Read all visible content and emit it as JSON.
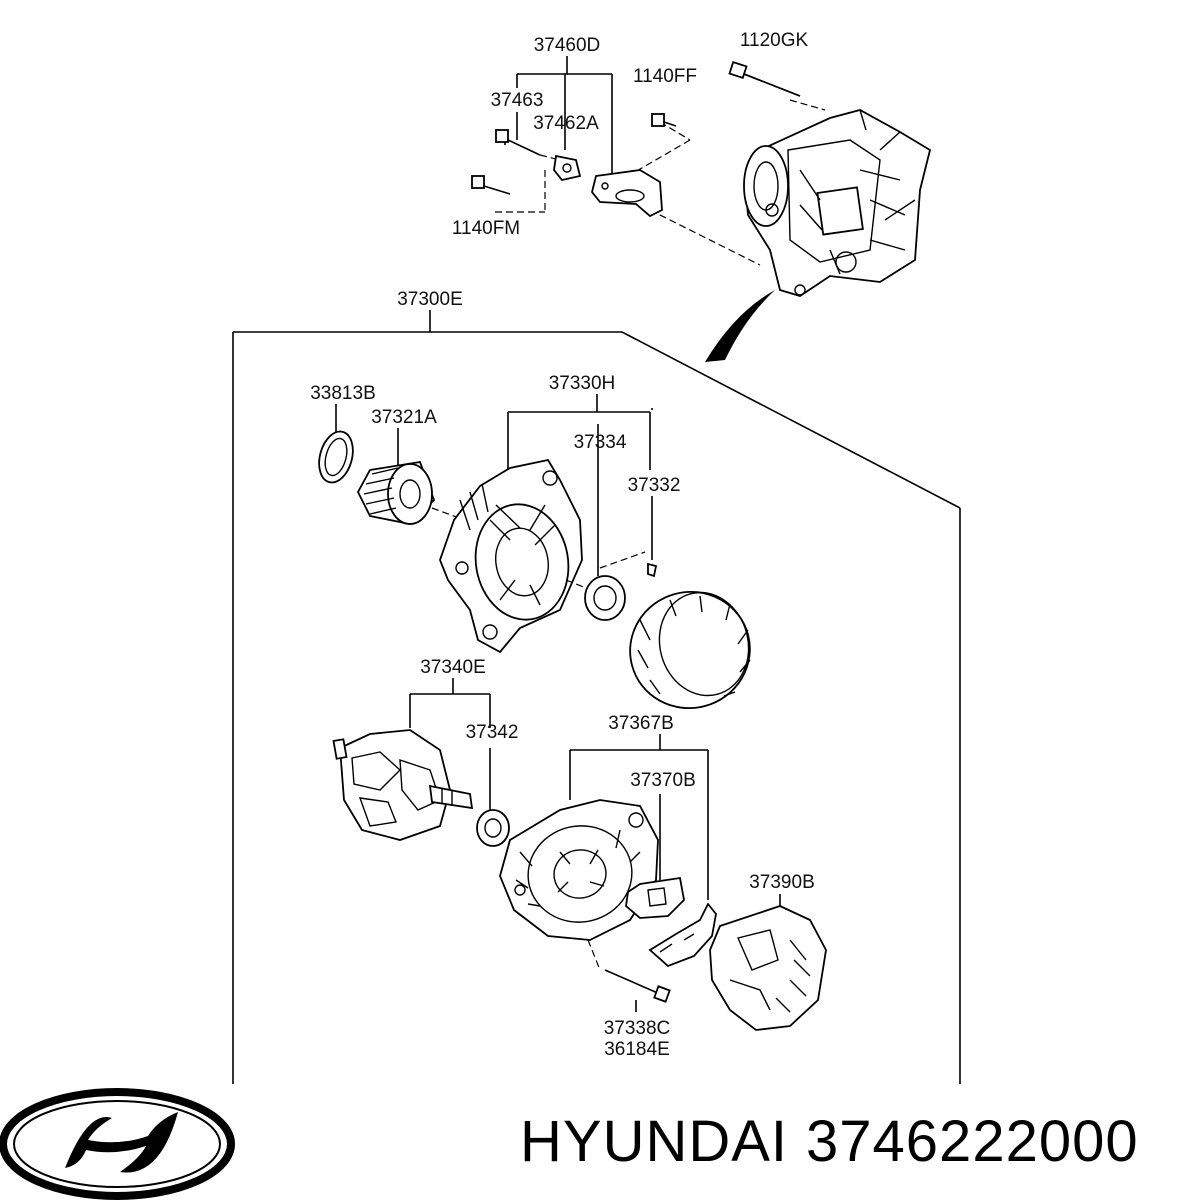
{
  "callouts": {
    "p37460D": "37460D",
    "p1120GK": "1120GK",
    "p1140FF": "1140FF",
    "p37463": "37463",
    "p37462A": "37462A",
    "p1140FM": "1140FM",
    "p37300E": "37300E",
    "p33813B": "33813B",
    "p37330H": "37330H",
    "p37321A": "37321A",
    "p37334": "37334",
    "p37332": "37332",
    "p37340E": "37340E",
    "p37342": "37342",
    "p37367B": "37367B",
    "p37370B": "37370B",
    "p37390B": "37390B",
    "p37338C": "37338C",
    "p36184E": "36184E"
  },
  "footer": {
    "brand": "HYUNDAI",
    "part_number": "3746222000"
  },
  "logo": {
    "icon": "hyundai-logo-icon",
    "color": "#000000"
  }
}
